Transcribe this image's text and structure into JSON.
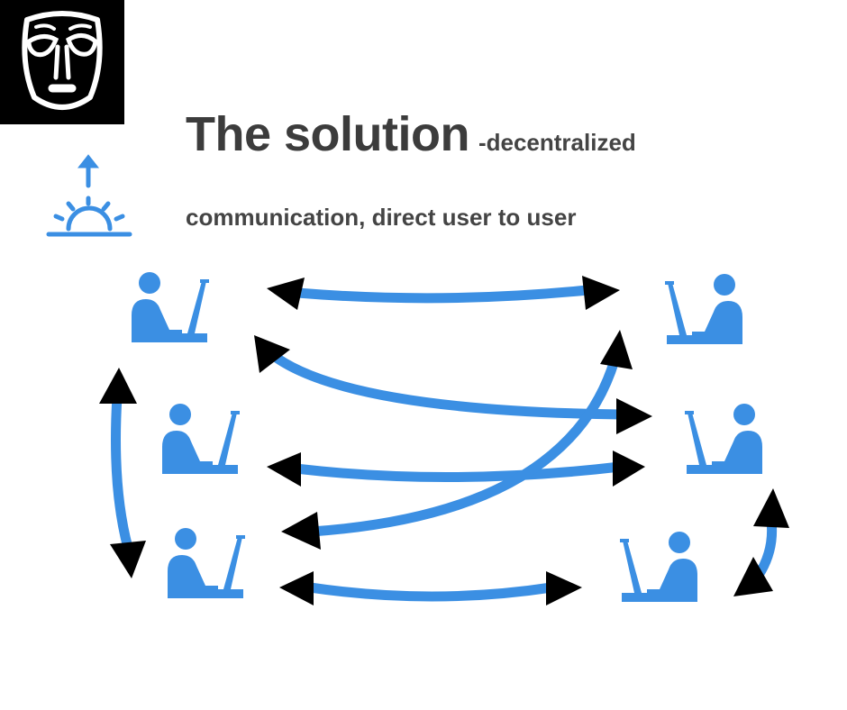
{
  "header": {
    "title": "The solution",
    "subtitle_part1": "-decentralized",
    "subtitle_part2": "communication, direct user to user"
  },
  "icons": {
    "logo": "mask-face-icon",
    "sunrise": "sunrise-icon",
    "users": "user-at-computer-icon"
  },
  "colors": {
    "accent": "#3b8fe3",
    "arrowhead": "#000000",
    "text": "#3c3c3c",
    "logo_bg": "#000000"
  },
  "diagram": {
    "left_users": [
      "user-left-top",
      "user-left-middle",
      "user-left-bottom"
    ],
    "right_users": [
      "user-right-top",
      "user-right-middle",
      "user-right-bottom"
    ],
    "connections": [
      {
        "from": "user-left-top",
        "to": "user-right-top",
        "direction": "both"
      },
      {
        "from": "user-left-top",
        "to": "user-right-middle",
        "direction": "both"
      },
      {
        "from": "user-left-middle",
        "to": "user-right-middle",
        "direction": "both"
      },
      {
        "from": "user-left-bottom",
        "to": "user-right-top",
        "direction": "both"
      },
      {
        "from": "user-left-bottom",
        "to": "user-right-bottom",
        "direction": "both"
      },
      {
        "from": "user-left-middle",
        "to": "user-left-bottom",
        "direction": "both"
      },
      {
        "from": "user-right-middle",
        "to": "user-right-bottom",
        "direction": "both"
      }
    ]
  }
}
